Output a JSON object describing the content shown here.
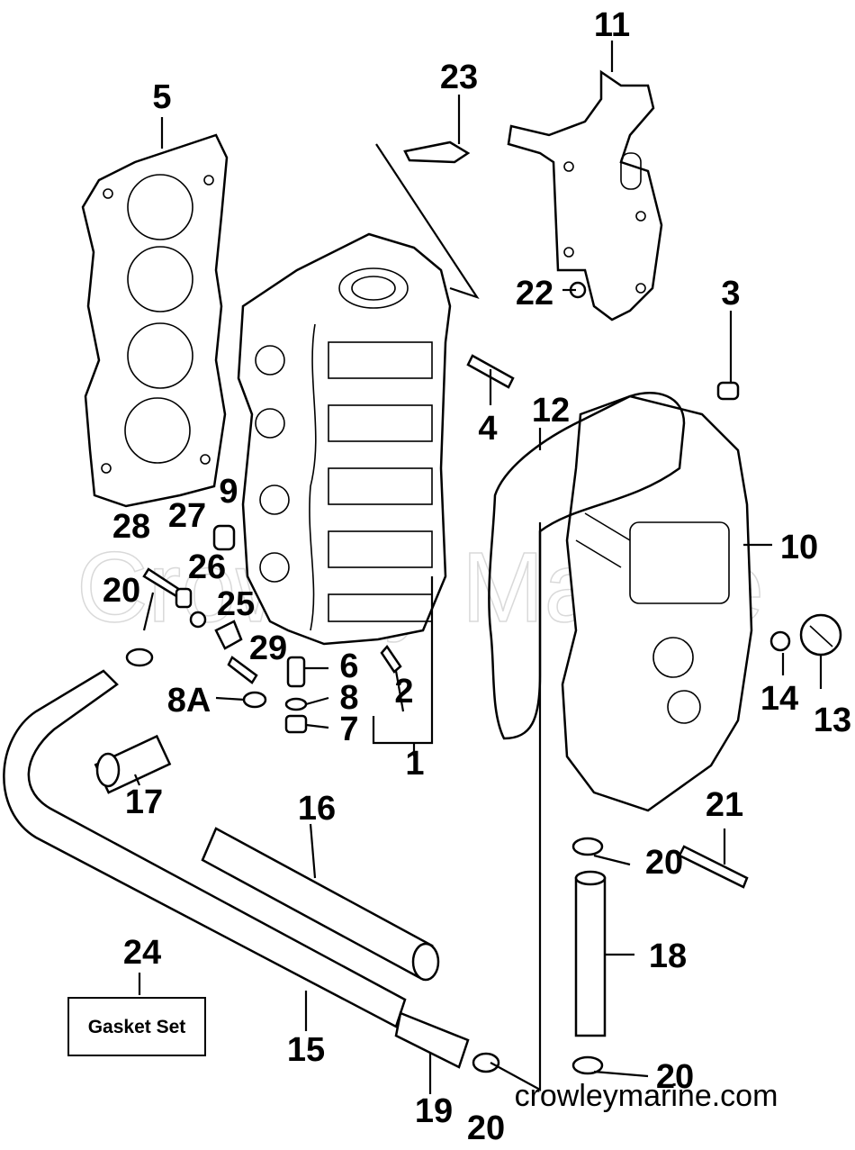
{
  "watermark": "Crowley Marine",
  "site": "crowleymarine.com",
  "box_label": "Gasket Set",
  "callouts": [
    "1",
    "2",
    "3",
    "4",
    "5",
    "6",
    "7",
    "8",
    "8A",
    "9",
    "10",
    "11",
    "12",
    "13",
    "14",
    "15",
    "16",
    "17",
    "18",
    "19",
    "20",
    "20",
    "20",
    "20",
    "21",
    "22",
    "23",
    "24",
    "25",
    "26",
    "27",
    "28",
    "29"
  ],
  "parts": {
    "p1": "1",
    "p2": "2",
    "p3": "3",
    "p4": "4",
    "p5": "5",
    "p6": "6",
    "p7": "7",
    "p8": "8",
    "p8a": "8A",
    "p9": "9",
    "p10": "10",
    "p11": "11",
    "p12": "12",
    "p13": "13",
    "p14": "14",
    "p15": "15",
    "p16": "16",
    "p17": "17",
    "p18": "18",
    "p19": "19",
    "p20a": "20",
    "p20b": "20",
    "p20c": "20",
    "p20d": "20",
    "p21": "21",
    "p22": "22",
    "p23": "23",
    "p24": "24",
    "p25": "25",
    "p26": "26",
    "p27": "27",
    "p28": "28",
    "p29": "29"
  }
}
